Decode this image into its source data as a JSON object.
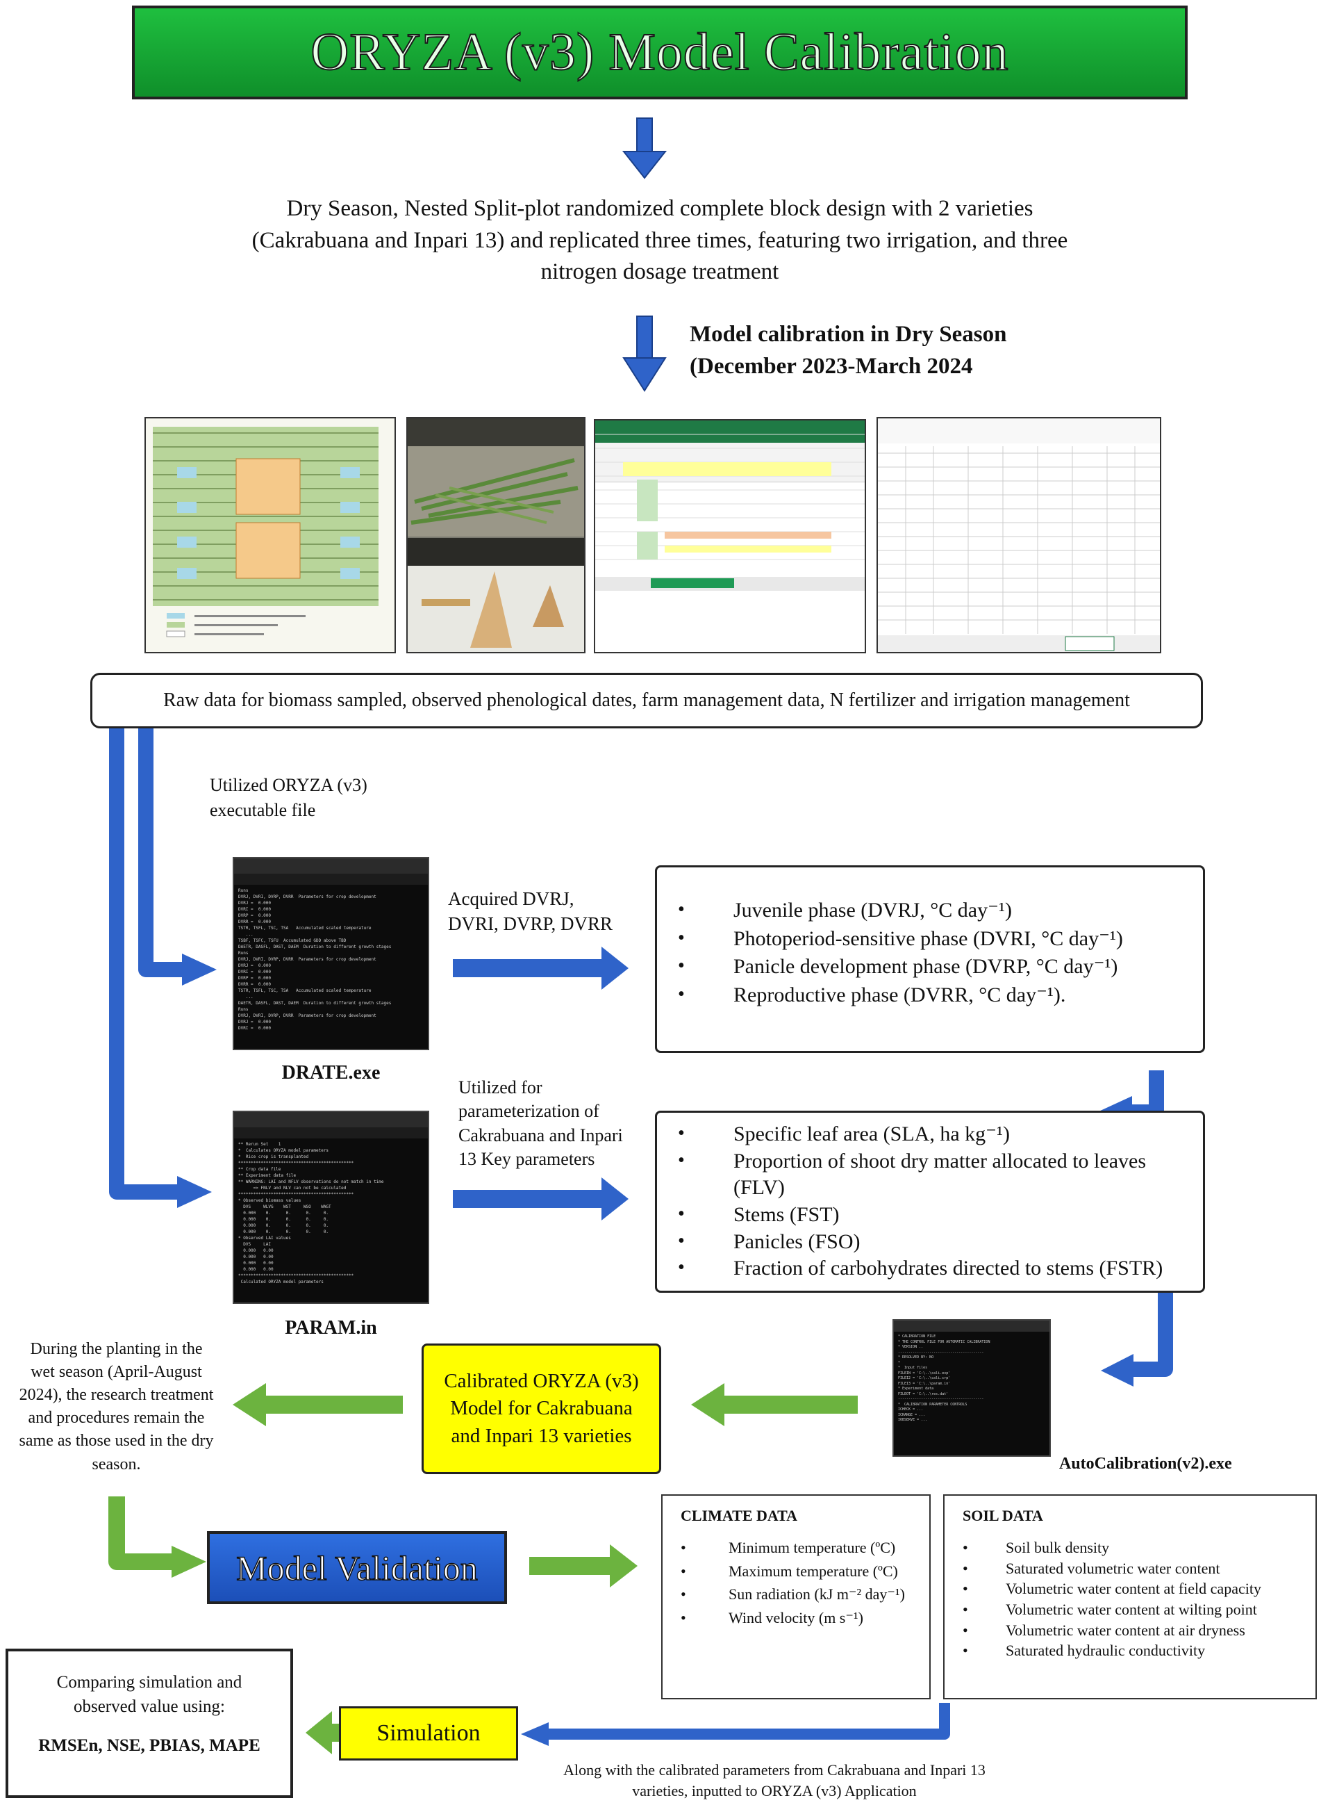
{
  "title": "ORYZA (v3) Model Calibration",
  "design_text": "Dry Season, Nested Split-plot randomized complete block design with 2 varieties (Cakrabuana and Inpari 13) and replicated three times, featuring two irrigation, and three nitrogen dosage treatment",
  "calibration_period": {
    "line1": "Model calibration in Dry Season",
    "line2": "(December 2023-March 2024"
  },
  "raw_data_text": "Raw data for biomass sampled, observed phenological dates, farm management data, N fertilizer and irrigation management",
  "utilized_exe_text": "Utilized ORYZA (v3) executable file",
  "drate": {
    "label": "DRATE.exe",
    "acquired_text": "Acquired DVRJ, DVRI, DVRP, DVRR",
    "phases": [
      "Juvenile phase (DVRJ, °C day⁻¹)",
      "Photoperiod-sensitive phase (DVRI, °C day⁻¹)",
      "Panicle development phase (DVRP, °C day⁻¹)",
      "Reproductive phase (DVRR, °C day⁻¹)."
    ]
  },
  "param": {
    "label": "PARAM.in",
    "utilized_text": "Utilized for parameterization of Cakrabuana and Inpari 13 Key parameters",
    "parameters": [
      "Specific leaf area (SLA, ha kg⁻¹)",
      "Proportion of shoot dry matter allocated to leaves (FLV)",
      "Stems (FST)",
      "Panicles (FSO)",
      "Fraction of carbohydrates directed to stems (FSTR)"
    ]
  },
  "autocal_label": "AutoCalibration(v2).exe",
  "calibrated_model": "Calibrated ORYZA (v3) Model for Cakrabuana and Inpari 13 varieties",
  "wet_season_text": "During the planting in the wet season (April-August 2024), the research treatment and procedures remain the same as those used in the dry season.",
  "model_validation": "Model Validation",
  "climate": {
    "heading": "CLIMATE DATA",
    "items": [
      "Minimum temperature (ºC)",
      "Maximum temperature (ºC)",
      "Sun radiation (kJ m⁻² day⁻¹)",
      "Wind velocity (m s⁻¹)"
    ]
  },
  "soil": {
    "heading": "SOIL DATA",
    "items": [
      "Soil bulk density",
      "Saturated volumetric water content",
      "Volumetric water content at field capacity",
      "Volumetric water content at wilting point",
      "Volumetric water content at air dryness",
      "Saturated hydraulic conductivity"
    ]
  },
  "comparing": {
    "text": "Comparing simulation and observed value using:",
    "metrics": "RMSEn, NSE, PBIAS, MAPE"
  },
  "simulation": "Simulation",
  "inputted_text": "Along with the calibrated parameters from Cakrabuana and Inpari 13 varieties, inputted to ORYZA (v3) Application",
  "colors": {
    "title_green": "#14a834",
    "arrow_blue": "#2f63c9",
    "arrow_green": "#6cb33f",
    "highlight_yellow": "#ffff00",
    "validation_blue": "#2459c7"
  }
}
